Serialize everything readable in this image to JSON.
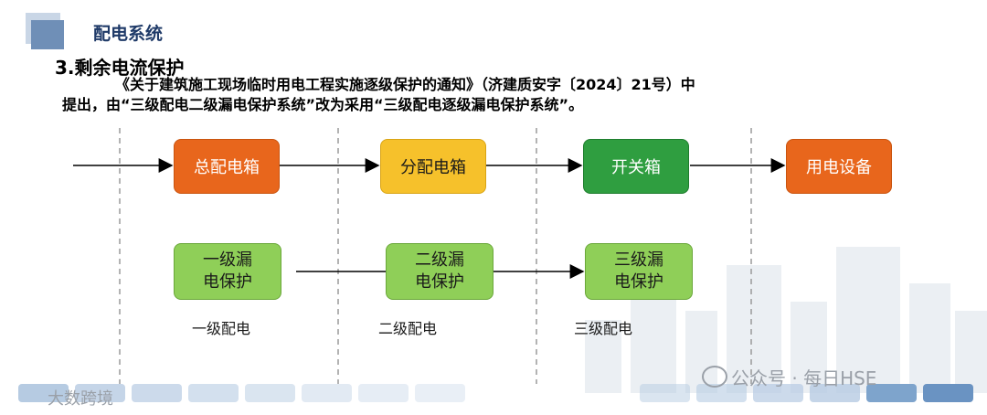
{
  "header": {
    "title": "配电系统"
  },
  "section": {
    "title": "3.剩余电流保护"
  },
  "paragraph": {
    "line1": "《关于建筑施工现场临时用电工程实施逐级保护的通知》（济建质安字〔2024〕21号）中",
    "line2": "提出，由“三级配电二级漏电保护系统”改为采用“三级配电逐级漏电保护系统”。"
  },
  "flow_top": [
    {
      "label": "总配电箱",
      "color": "#e8661c"
    },
    {
      "label": "分配电箱",
      "color": "#f6c12b"
    },
    {
      "label": "开关箱",
      "color": "#2f9e40"
    },
    {
      "label": "用电设备",
      "color": "#e8661c"
    }
  ],
  "flow_bottom": [
    {
      "line1": "一级漏",
      "line2": "电保护"
    },
    {
      "line1": "二级漏",
      "line2": "电保护"
    },
    {
      "line1": "三级漏",
      "line2": "电保护"
    }
  ],
  "levels": [
    "一级配电",
    "二级配电",
    "三级配电"
  ],
  "watermarks": {
    "right": "公众号 · 每日HSE",
    "left": "大数跨境"
  }
}
